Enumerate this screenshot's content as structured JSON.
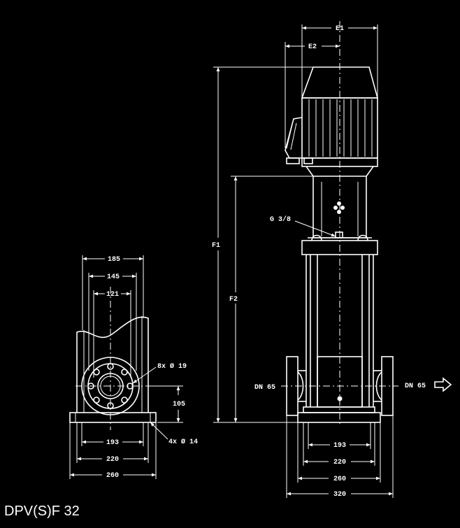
{
  "title": "DPV(S)F 32",
  "left_view": {
    "dim_185": "185",
    "dim_145": "145",
    "dim_121": "121",
    "bolt_holes": "8x Ø 19",
    "dim_105": "105",
    "base_holes": "4x Ø 14",
    "dim_193": "193",
    "dim_220": "220",
    "dim_260": "260"
  },
  "right_view": {
    "E1": "E1",
    "E2": "E2",
    "F1": "F1",
    "F2": "F2",
    "G": "G 3/8",
    "dn_in": "DN 65",
    "dn_out": "DN 65",
    "dim_193": "193",
    "dim_220": "220",
    "dim_260": "260",
    "dim_320": "320"
  }
}
